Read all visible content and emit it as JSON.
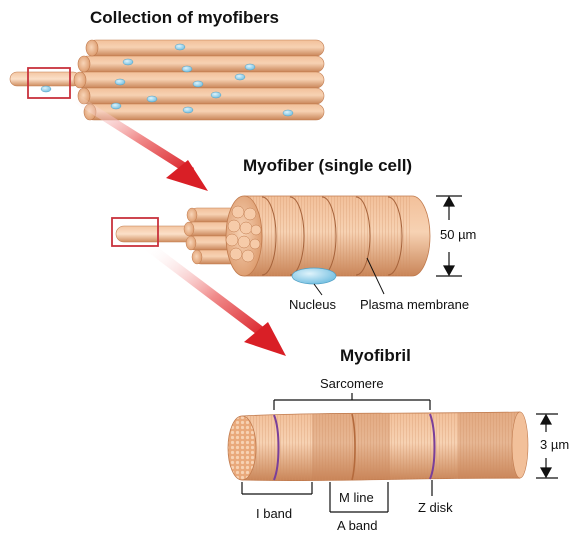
{
  "headings": {
    "collection": "Collection of myofibers",
    "myofiber": "Myofiber (single cell)",
    "myofibril": "Myofibril"
  },
  "labels": {
    "fiber_diameter": "50 µm",
    "nucleus": "Nucleus",
    "plasma_membrane": "Plasma membrane",
    "sarcomere": "Sarcomere",
    "fibril_diameter": "3 µm",
    "m_line": "M line",
    "i_band": "I band",
    "a_band": "A band",
    "z_disk": "Z disk"
  },
  "colors": {
    "fiber": "#e8a77a",
    "fiber_light": "#f7d2b3",
    "fiber_dark": "#c07a4d",
    "nucleus": "#8fd0ec",
    "arrow": "#d91f26",
    "box": "#c8323c",
    "z_disk": "#7a3f9a",
    "m_line": "#c07a4d"
  }
}
